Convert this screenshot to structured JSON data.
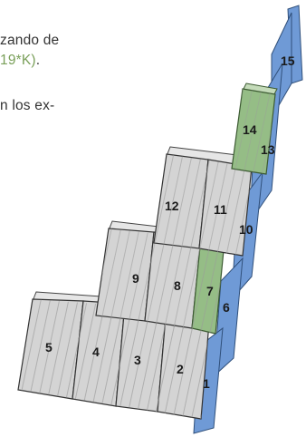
{
  "text": {
    "line1": "zando de",
    "line2_accent": "19*K)",
    "line2_tail": ".",
    "line3": "n los ex-"
  },
  "colors": {
    "panel_gray": "#d4d4d4",
    "panel_green": "#95bd86",
    "panel_blue": "#6f9ad6",
    "accent_text": "#7aa05a"
  },
  "panels": [
    {
      "id": "1",
      "label": "1",
      "color": "blue"
    },
    {
      "id": "2",
      "label": "2",
      "color": "gray"
    },
    {
      "id": "3",
      "label": "3",
      "color": "gray"
    },
    {
      "id": "4",
      "label": "4",
      "color": "gray"
    },
    {
      "id": "5",
      "label": "5",
      "color": "gray"
    },
    {
      "id": "6",
      "label": "6",
      "color": "blue"
    },
    {
      "id": "7",
      "label": "7",
      "color": "green"
    },
    {
      "id": "8",
      "label": "8",
      "color": "gray"
    },
    {
      "id": "9",
      "label": "9",
      "color": "gray"
    },
    {
      "id": "10",
      "label": "10",
      "color": "blue"
    },
    {
      "id": "11",
      "label": "11",
      "color": "gray"
    },
    {
      "id": "12",
      "label": "12",
      "color": "gray"
    },
    {
      "id": "13",
      "label": "13",
      "color": "blue"
    },
    {
      "id": "14",
      "label": "14",
      "color": "green"
    },
    {
      "id": "15",
      "label": "15",
      "color": "blue"
    }
  ]
}
